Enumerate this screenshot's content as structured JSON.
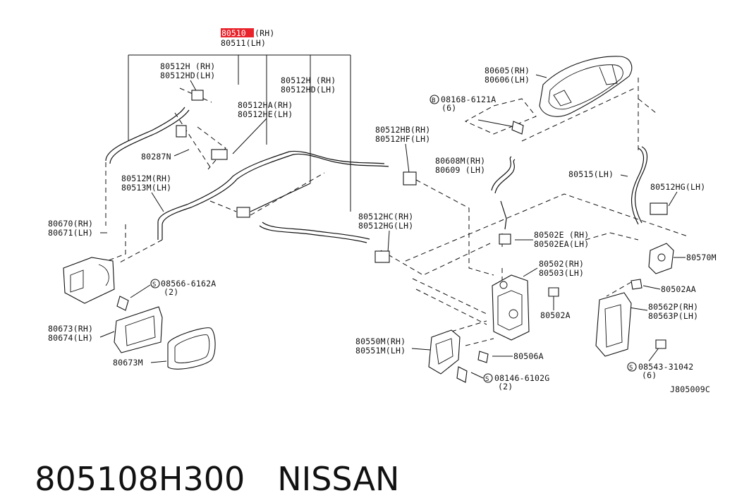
{
  "highlight": {
    "code": "80510",
    "suffix": "(RH)",
    "color": "#e8232b"
  },
  "labels": {
    "l80511": "80511(LH)",
    "l80512H_a": "80512H  (RH)",
    "l80512HD_a": "80512HD(LH)",
    "l80512H_b": "80512H  (RH)",
    "l80512HD_b": "80512HD(LH)",
    "l80512HA": "80512HA(RH)",
    "l80512HE": "80512HE(LH)",
    "l80287N": "80287N",
    "l80512M": "80512M(RH)",
    "l80513M": "80513M(LH)",
    "l80670": "80670(RH)",
    "l80671": "80671(LH)",
    "l08566": "08566-6162A",
    "l08566q": "(2)",
    "l80673": "80673(RH)",
    "l80674": "80674(LH)",
    "l80673M": "80673M",
    "l80512HB": "80512HB(RH)",
    "l80512HF": "80512HF(LH)",
    "l80512HC": "80512HC(RH)",
    "l80512HG_b": "80512HG(LH)",
    "l80608M": "80608M(RH)",
    "l80609": "80609 (LH)",
    "l80605": "80605(RH)",
    "l80606": "80606(LH)",
    "l08168": "08168-6121A",
    "l08168q": "(6)",
    "l80515": "80515(LH)",
    "l80512HG_a": "80512HG(LH)",
    "l80502E": "80502E (RH)",
    "l80502EA": "80502EA(LH)",
    "l80502": "80502(RH)",
    "l80503": "80503(LH)",
    "l80502A": "80502A",
    "l80570M": "80570M",
    "l80502AA": "80502AA",
    "l80562P": "80562P(RH)",
    "l80563P": "80563P(LH)",
    "l80550M": "80550M(RH)",
    "l80551M": "80551M(LH)",
    "l80506A": "80506A",
    "l08146": "08146-6102G",
    "l08146q": "(2)",
    "l08543": "08543-31042",
    "l08543q": "(6)",
    "drawing_id": "J805009C"
  },
  "markers": {
    "bolt": "B",
    "screw": "S"
  },
  "footer": {
    "part_number": "805108H300",
    "brand": "NISSAN"
  }
}
